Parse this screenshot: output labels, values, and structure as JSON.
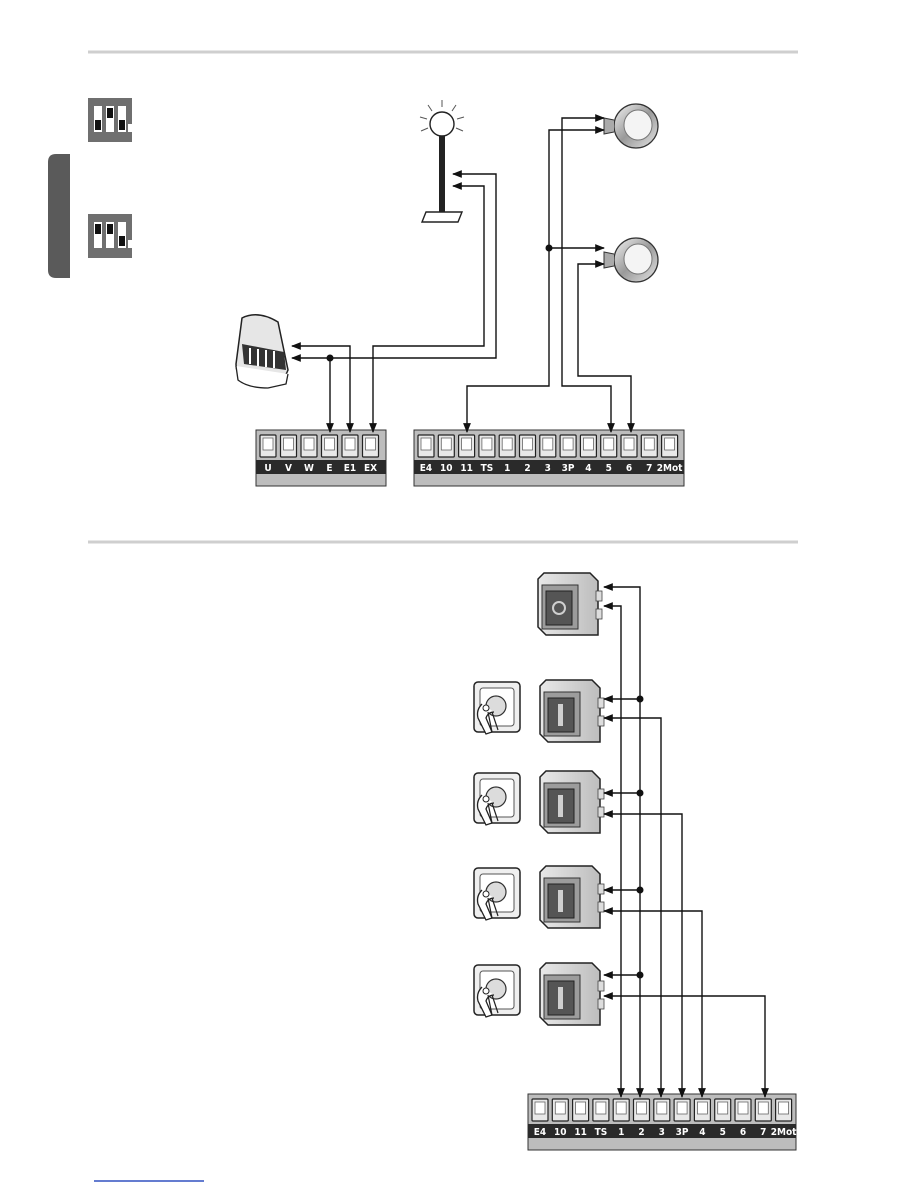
{
  "colors": {
    "rule": "#cfcfcf",
    "terminal_block": "#bdbdbd",
    "terminal_label_bar": "#2a2a2a",
    "side_tab": "#5a5a5a",
    "wire": "#111111"
  },
  "top_section": {
    "terminal_block_left": [
      "U",
      "V",
      "W",
      "E",
      "E1",
      "EX"
    ],
    "terminal_block_right": [
      "E4",
      "10",
      "11",
      "TS",
      "1",
      "2",
      "3",
      "3P",
      "4",
      "5",
      "6",
      "7",
      "2Mot"
    ],
    "devices": [
      "flashing-lamp-icon",
      "photocell-receiver-icon",
      "safety-edge-button-icon",
      "safety-edge-button-icon",
      "dip-switch-icon"
    ]
  },
  "bottom_section": {
    "terminal_block": [
      "E4",
      "10",
      "11",
      "TS",
      "1",
      "2",
      "3",
      "3P",
      "4",
      "5",
      "6",
      "7",
      "2Mot"
    ],
    "devices": [
      "stop-button-icon",
      "key-selector-icon",
      "push-button-icon"
    ]
  },
  "footer": {
    "link_underline": ""
  }
}
